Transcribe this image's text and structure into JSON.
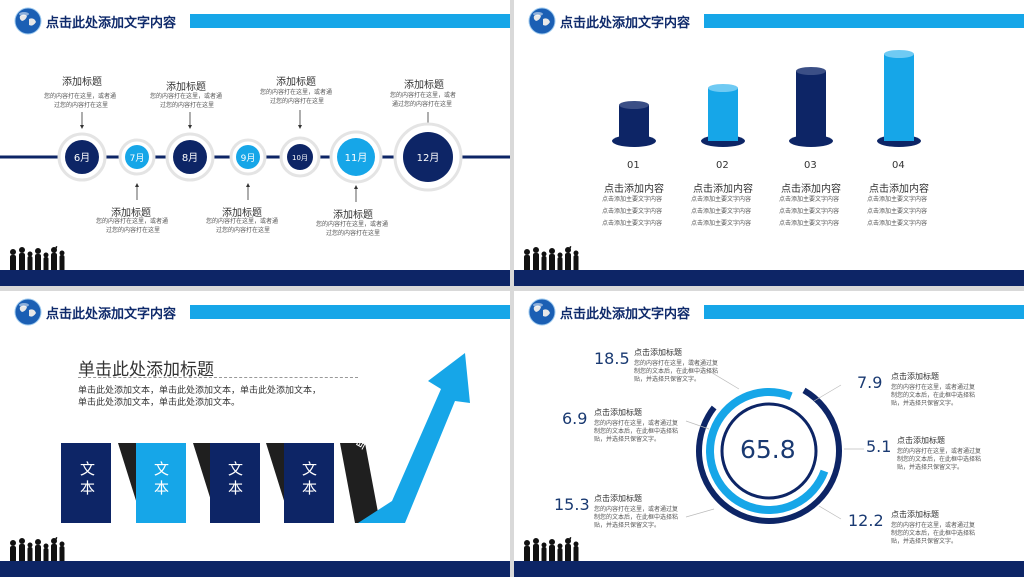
{
  "slide_title": "点击此处添加文字内容",
  "colors": {
    "navy": "#0d2566",
    "blue": "#16a6e8",
    "dark": "#1f1f1f"
  },
  "timeline": {
    "months": [
      "6月",
      "7月",
      "8月",
      "9月",
      "10月",
      "11月",
      "12月"
    ],
    "items": [
      {
        "title": "添加标题",
        "line1": "您的内容打在这里，或者通",
        "line2": "过您的内容打在这里"
      },
      {
        "title": "添加标题",
        "line1": "您的内容打在这里，或者通",
        "line2": "过您的内容打在这里"
      },
      {
        "title": "添加标题",
        "line1": "您的内容打在这里，或者通",
        "line2": "过您的内容打在这里"
      },
      {
        "title": "添加标题",
        "line1": "您的内容打在这里，或者",
        "line2": "通过您的内容打在这里"
      },
      {
        "title": "添加标题",
        "line1": "您的内容打在这里，或者通",
        "line2": "过您的内容打在这里"
      },
      {
        "title": "添加标题",
        "line1": "您的内容打在这里，或者通",
        "line2": "过您的内容打在这里"
      },
      {
        "title": "添加标题",
        "line1": "您的内容打在这里，或者通",
        "line2": "过您的内容打在这里"
      }
    ]
  },
  "bars": {
    "numbers": [
      "01",
      "02",
      "03",
      "04"
    ],
    "title": "点击添加内容",
    "desc": "点击添加主要文字内容"
  },
  "steps": {
    "heading": "单击此处添加标题",
    "body1": "单击此处添加文本，单击此处添加文本，单击此处添加文本，",
    "body2": "单击此处添加文本，单击此处添加文本。",
    "labels": [
      "文本",
      "文本",
      "文本",
      "文本"
    ],
    "arrow_text": "单击此处添加文本"
  },
  "donut": {
    "center": "65.8",
    "items": [
      {
        "value": "18.5",
        "title": "点击添加标题",
        "l1": "您的内容打在这里，或者通过复",
        "l2": "制您的文本后，在此框中选择粘",
        "l3": "贴，并选择只保留文字。"
      },
      {
        "value": "6.9",
        "title": "点击添加标题",
        "l1": "您的内容打在这里，或者通过复",
        "l2": "制您的文本后，在此框中选择粘",
        "l3": "贴，并选择只保留文字。"
      },
      {
        "value": "15.3",
        "title": "点击添加标题",
        "l1": "您的内容打在这里，或者通过复",
        "l2": "制您的文本后，在此框中选择粘",
        "l3": "贴，并选择只保留文字。"
      },
      {
        "value": "7.9",
        "title": "点击添加标题",
        "l1": "您的内容打在这里，或者通过复",
        "l2": "制您的文本后，在此框中选择粘",
        "l3": "贴，并选择只保留文字。"
      },
      {
        "value": "5.1",
        "title": "点击添加标题",
        "l1": "您的内容打在这里，或者通过复",
        "l2": "制您的文本后，在此框中选择粘",
        "l3": "贴，并选择只保留文字。"
      },
      {
        "value": "12.2",
        "title": "点击添加标题",
        "l1": "您的内容打在这里，或者通过复",
        "l2": "制您的文本后，在此框中选择粘",
        "l3": "贴，并选择只保留文字。"
      }
    ]
  }
}
